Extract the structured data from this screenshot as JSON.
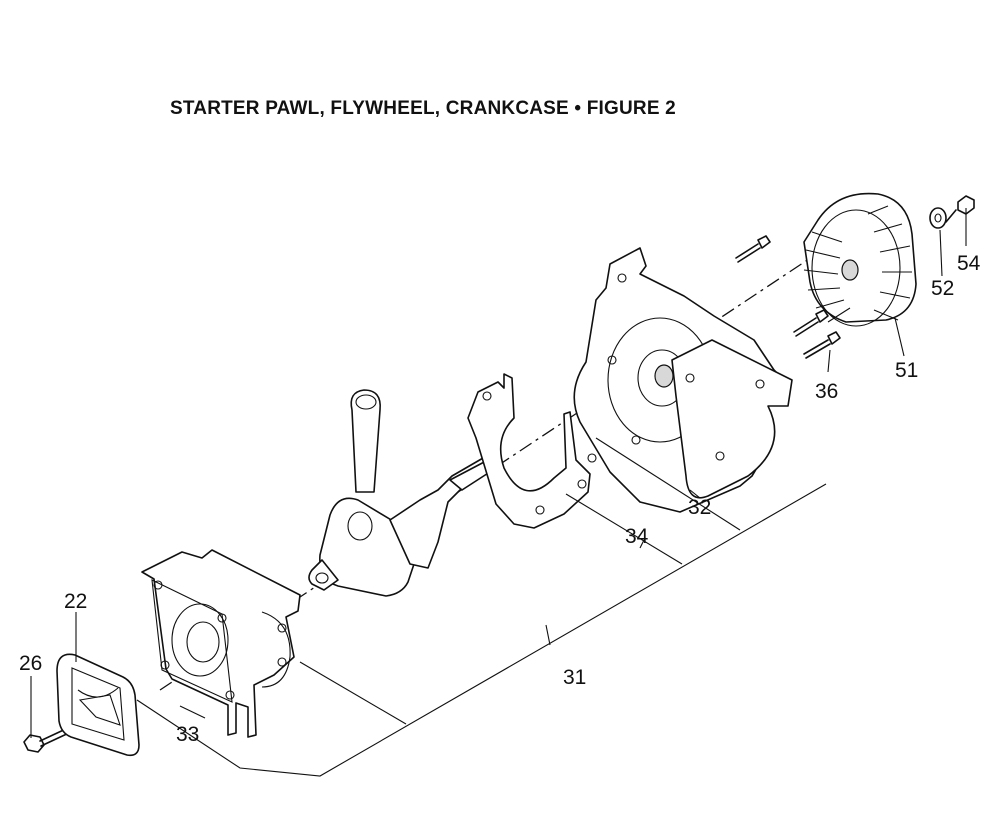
{
  "title": "STARTER PAWL, FLYWHEEL, CRANKCASE  •  FIGURE 2",
  "callouts": [
    "22",
    "26",
    "33",
    "31",
    "34",
    "32",
    "36",
    "51",
    "52",
    "54"
  ]
}
